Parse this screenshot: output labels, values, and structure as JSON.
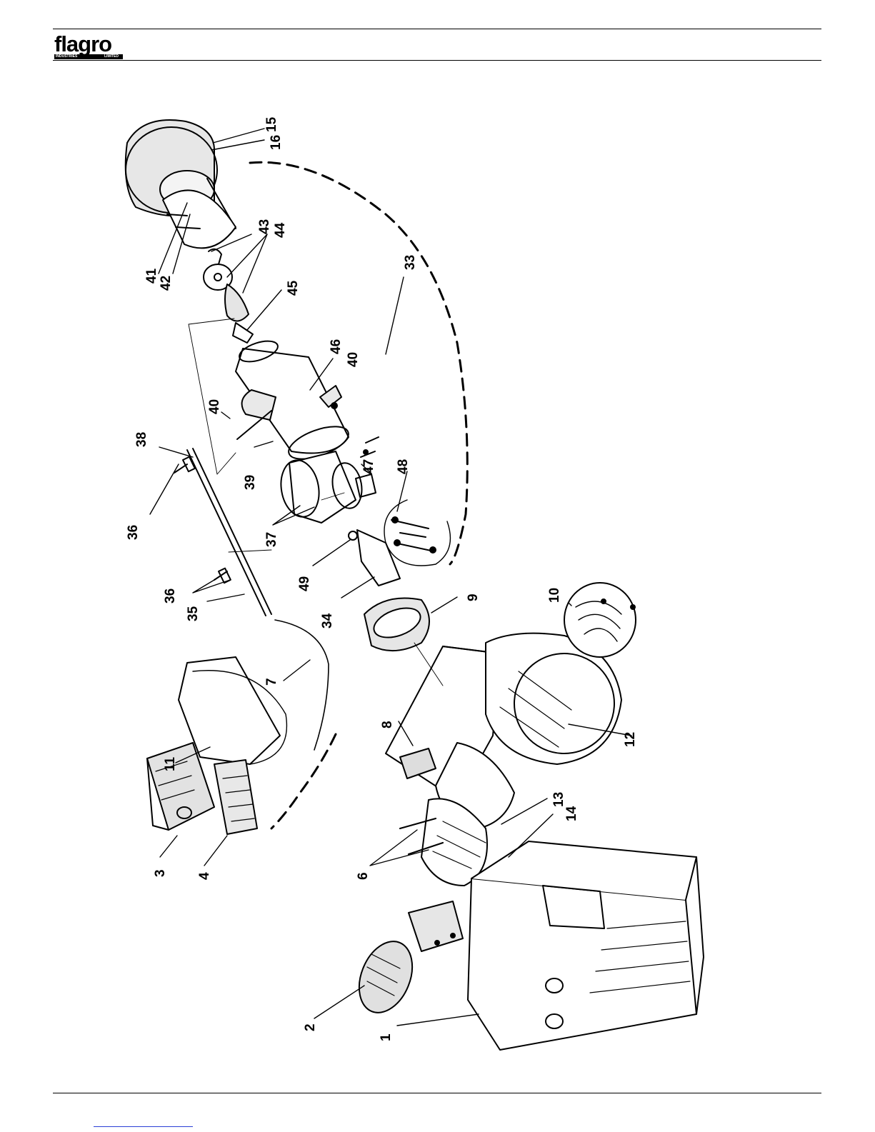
{
  "header": {
    "brand": "flagro",
    "brand_sub_left": "INDUSTRIES",
    "brand_sub_right": "LIMITED"
  },
  "diagram": {
    "callouts": [
      "1",
      "2",
      "3",
      "4",
      "6",
      "7",
      "8",
      "9",
      "10",
      "11",
      "12",
      "13",
      "14",
      "15",
      "16",
      "33",
      "34",
      "35",
      "36",
      "36",
      "37",
      "38",
      "39",
      "40",
      "40",
      "41",
      "42",
      "43",
      "44",
      "45",
      "46",
      "47",
      "48",
      "49"
    ]
  },
  "colors": {
    "ink": "#000000",
    "link": "#2a3fd6"
  }
}
